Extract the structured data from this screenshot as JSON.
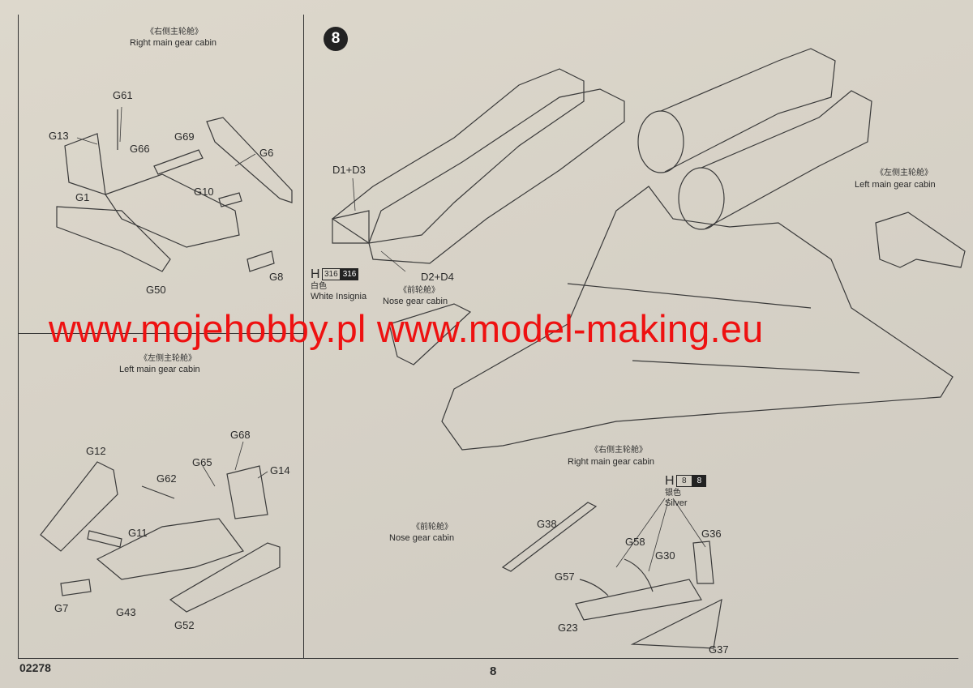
{
  "step_number": "8",
  "product_code": "02278",
  "page_number": "8",
  "watermark": "www.mojehobby.pl www.model-making.eu",
  "captions": {
    "right_gear_top": {
      "cn": "《右侧主轮舱》",
      "en": "Right main gear cabin"
    },
    "left_gear_bottom": {
      "cn": "《左侧主轮舱》",
      "en": "Left main gear cabin"
    },
    "left_gear_main": {
      "cn": "《左侧主轮舱》",
      "en": "Left main gear cabin"
    },
    "nose_gear_upper": {
      "cn": "《前轮舱》",
      "en": "Nose gear cabin"
    },
    "right_gear_main": {
      "cn": "《右侧主轮舱》",
      "en": "Right main gear cabin"
    },
    "nose_gear_lower": {
      "cn": "《前轮舱》",
      "en": "Nose gear cabin"
    }
  },
  "paints": {
    "white": {
      "prefix": "H",
      "code_light": "316",
      "code_dark": "316",
      "cn": "白色",
      "en": "White Insignia"
    },
    "silver": {
      "prefix": "H",
      "code_light": "8",
      "code_dark": "8",
      "cn": "银色",
      "en": "Silver"
    }
  },
  "parts": {
    "top_left": [
      "G61",
      "G13",
      "G66",
      "G69",
      "G6",
      "G1",
      "G10",
      "G50",
      "G8"
    ],
    "bottom_left": [
      "G68",
      "G12",
      "G65",
      "G14",
      "G62",
      "G11",
      "G7",
      "G43",
      "G52"
    ],
    "main": [
      "D1+D3",
      "D2+D4"
    ],
    "nose": [
      "G38",
      "G36",
      "G58",
      "G30",
      "G57",
      "G23",
      "G37"
    ]
  }
}
